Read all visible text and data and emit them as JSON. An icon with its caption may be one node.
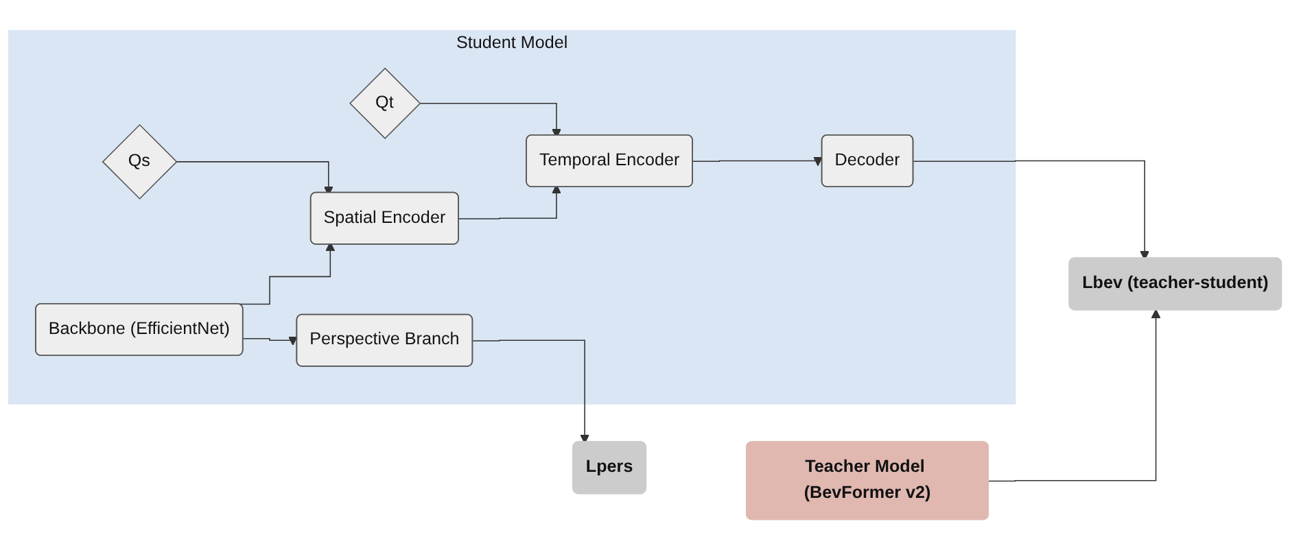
{
  "diagram": {
    "nodes": [
      {
        "text": [
          "Teacher Model (BevFormer v2)"
        ]
      },
      {
        "text": [
          "Student Model"
        ]
      },
      {
        "text": [
          "Qs"
        ],
        "in": 1
      },
      {
        "text": [
          "Qt"
        ],
        "in": 1
      },
      {
        "text": [
          "Backbone (EfficientNet)"
        ],
        "in": 1
      },
      {
        "text": [
          "Spatial Encoder"
        ],
        "in": 1
      },
      {
        "text": [
          "Temporal Encoder"
        ],
        "in": 1
      },
      {
        "text": [
          "Decoder"
        ],
        "in": 1
      },
      {
        "text": [
          "Perspective Branch"
        ],
        "in": 1
      },
      {
        "text": [
          "Lbev (teacher-student)"
        ]
      },
      {
        "text": [
          "Lpers"
        ]
      }
    ],
    "edges": [
      {
        "from": 2,
        "to": 5,
        "arrow": "to"
      },
      {
        "from": 3,
        "to": 6,
        "arrow": "to"
      },
      {
        "from": 4,
        "to": 5,
        "arrow": "to"
      },
      {
        "from": 4,
        "to": 8,
        "arrow": "to"
      },
      {
        "from": 5,
        "to": 6,
        "arrow": "to"
      },
      {
        "from": 6,
        "to": 7,
        "arrow": "to"
      },
      {
        "from": 7,
        "to": 9,
        "arrow": "to"
      },
      {
        "from": 0,
        "to": 9,
        "arrow": "to"
      },
      {
        "from": 8,
        "to": 10,
        "arrow": "to"
      }
    ]
  }
}
